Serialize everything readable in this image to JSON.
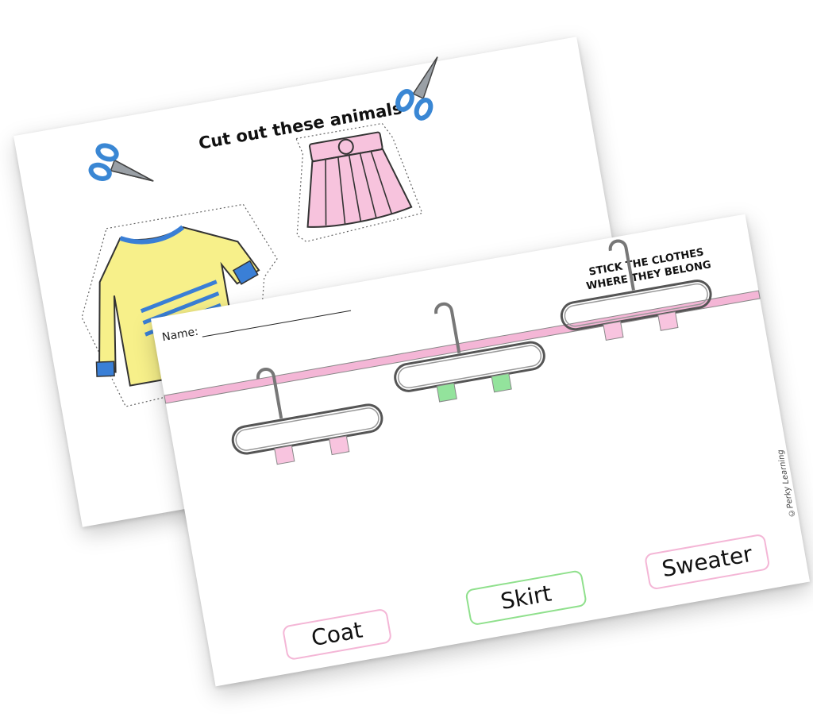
{
  "back_sheet": {
    "title": "Cut out these animals",
    "name_label": "Name:"
  },
  "front_sheet": {
    "instruction_line1": "STICK THE CLOTHES",
    "instruction_line2": "WHERE THEY BELONG",
    "labels": [
      {
        "text": "Coat",
        "color": "#f4b6d6"
      },
      {
        "text": "Skirt",
        "color": "#8fe08c"
      },
      {
        "text": "Sweater",
        "color": "#f4b6d6"
      }
    ],
    "credit": "©Perky Learning"
  },
  "colors": {
    "rail": "#f4b6d6",
    "tab_pink": "#f8c4df",
    "tab_green": "#93e39c",
    "skirt": "#f7c3dd",
    "sweater_body": "#f7f08a",
    "sweater_trim": "#3a7fd6",
    "scissors_handle": "#5aa8e8"
  },
  "icons": [
    "scissors-icon",
    "sweater-cutout",
    "skirt-cutout",
    "hanger-icon"
  ]
}
